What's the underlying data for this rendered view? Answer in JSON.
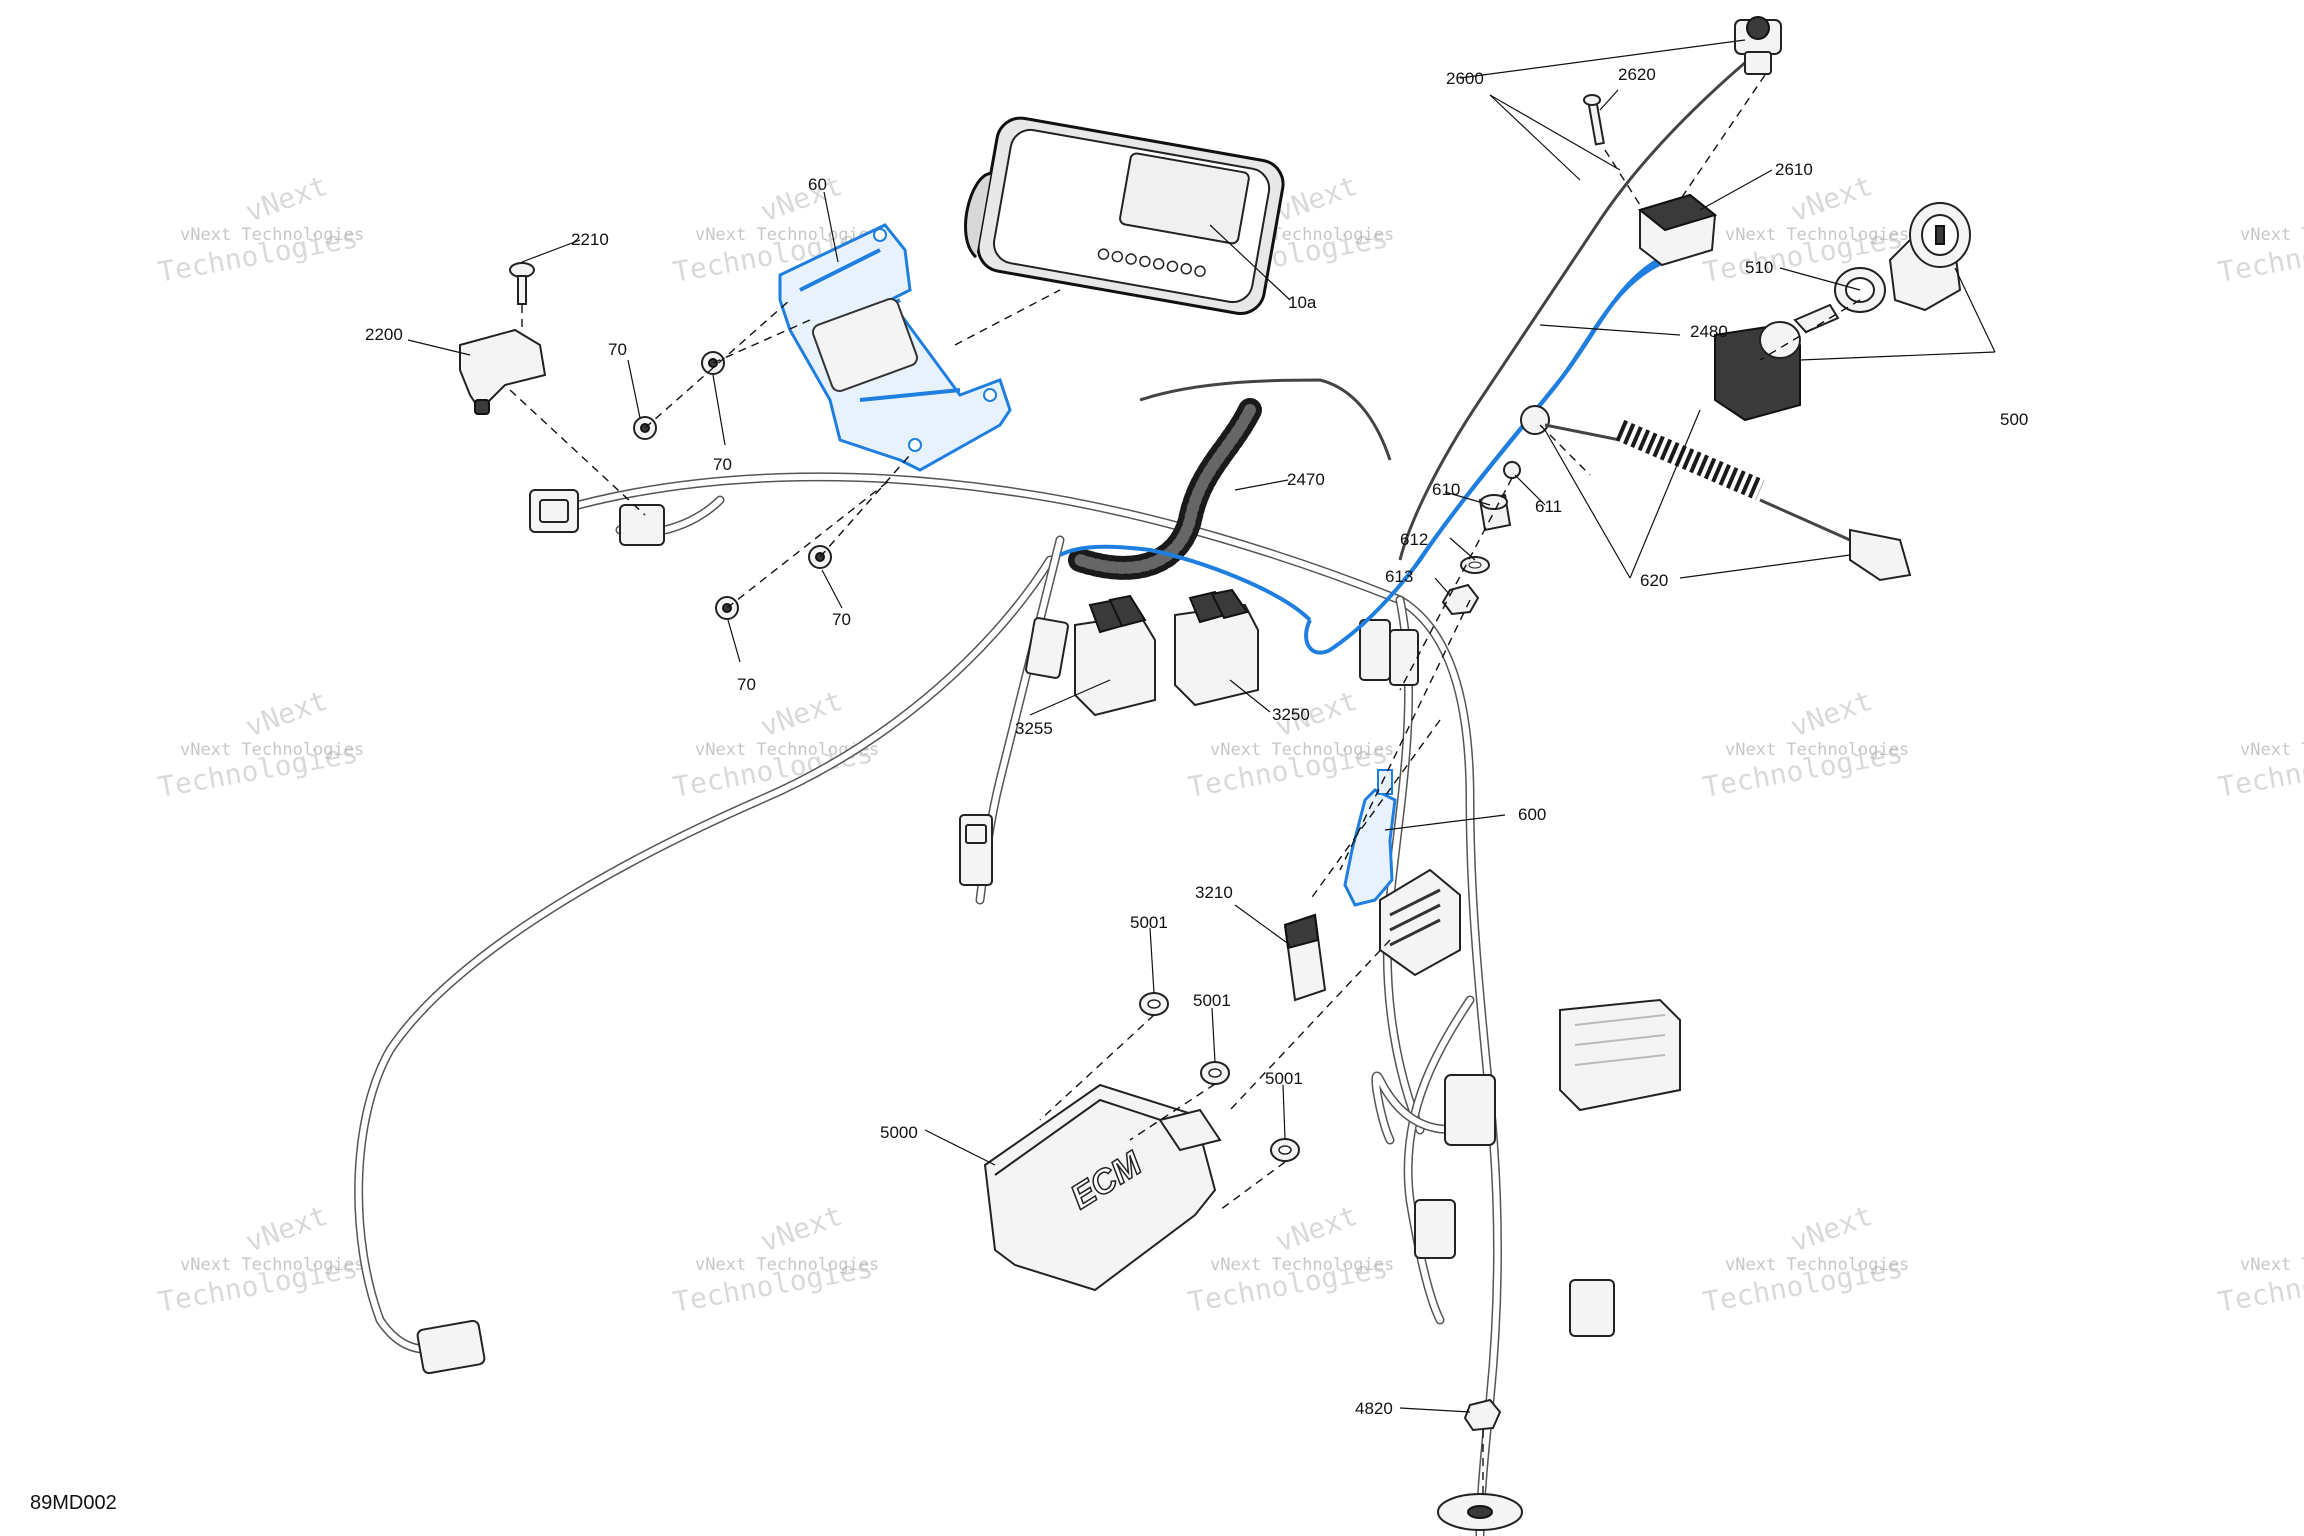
{
  "diagram_code": "89MD002",
  "colors": {
    "highlight": "#1e7fe0",
    "line": "#111111",
    "watermark": "#9a9a9a"
  },
  "watermark": {
    "line1": "vNext Technologies",
    "line2": "Technologies",
    "line3": "vNext"
  },
  "callouts": {
    "c60": "60",
    "c2210": "2210",
    "c2200": "2200",
    "c70a": "70",
    "c70b": "70",
    "c70c": "70",
    "c70d": "70",
    "c10a": "10a",
    "c2600": "2600",
    "c2620": "2620",
    "c2610": "2610",
    "c510": "510",
    "c500": "500",
    "c2480": "2480",
    "c2470": "2470",
    "c610": "610",
    "c611": "611",
    "c612": "612",
    "c613": "613",
    "c620": "620",
    "c3255": "3255",
    "c3250": "3250",
    "c600": "600",
    "c3210": "3210",
    "c5001a": "5001",
    "c5001b": "5001",
    "c5001c": "5001",
    "c5000": "5000",
    "c4820": "4820"
  },
  "ecu_mark": "ECM"
}
